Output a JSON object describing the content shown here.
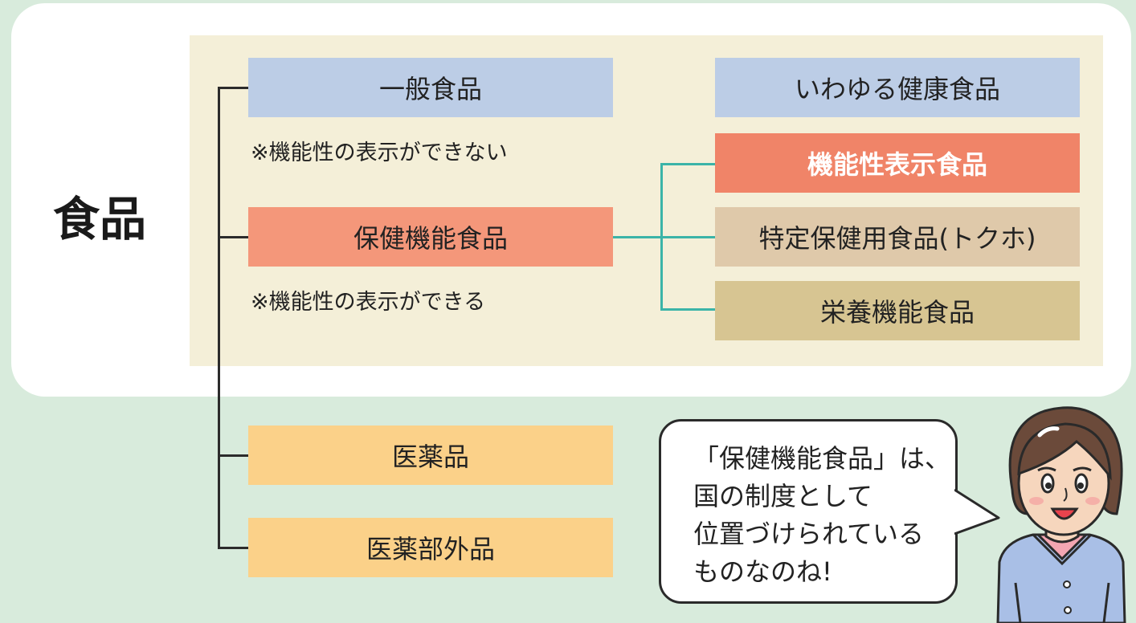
{
  "colors": {
    "page_bg": "#d8ebdc",
    "panel_bg": "#ffffff",
    "area_bg": "#f4efd8",
    "blue_box": "#bccde6",
    "salmon_box": "#f4977a",
    "red_box": "#f08468",
    "tan_box": "#dfc9aa",
    "khaki_box": "#d7c592",
    "orange_box": "#fbd189",
    "teal_line": "#3bb4a8"
  },
  "root": {
    "label": "食品"
  },
  "branches": {
    "general": {
      "label": "一般食品",
      "note": "※機能性の表示ができない"
    },
    "health_function": {
      "label": "保健機能食品",
      "note": "※機能性の表示ができる"
    },
    "drug": {
      "label": "医薬品"
    },
    "quasi_drug": {
      "label": "医薬部外品"
    }
  },
  "right_column": {
    "so_called": {
      "label": "いわゆる健康食品"
    },
    "function_claim": {
      "label": "機能性表示食品"
    },
    "tokuho": {
      "label": "特定保健用食品(トクホ)"
    },
    "nutrient": {
      "label": "栄養機能食品"
    }
  },
  "speech": {
    "lines": [
      "「保健機能食品」は、",
      "国の制度として",
      "位置づけられている",
      "ものなのね!"
    ]
  },
  "character": {
    "icon": "woman-character-icon"
  }
}
